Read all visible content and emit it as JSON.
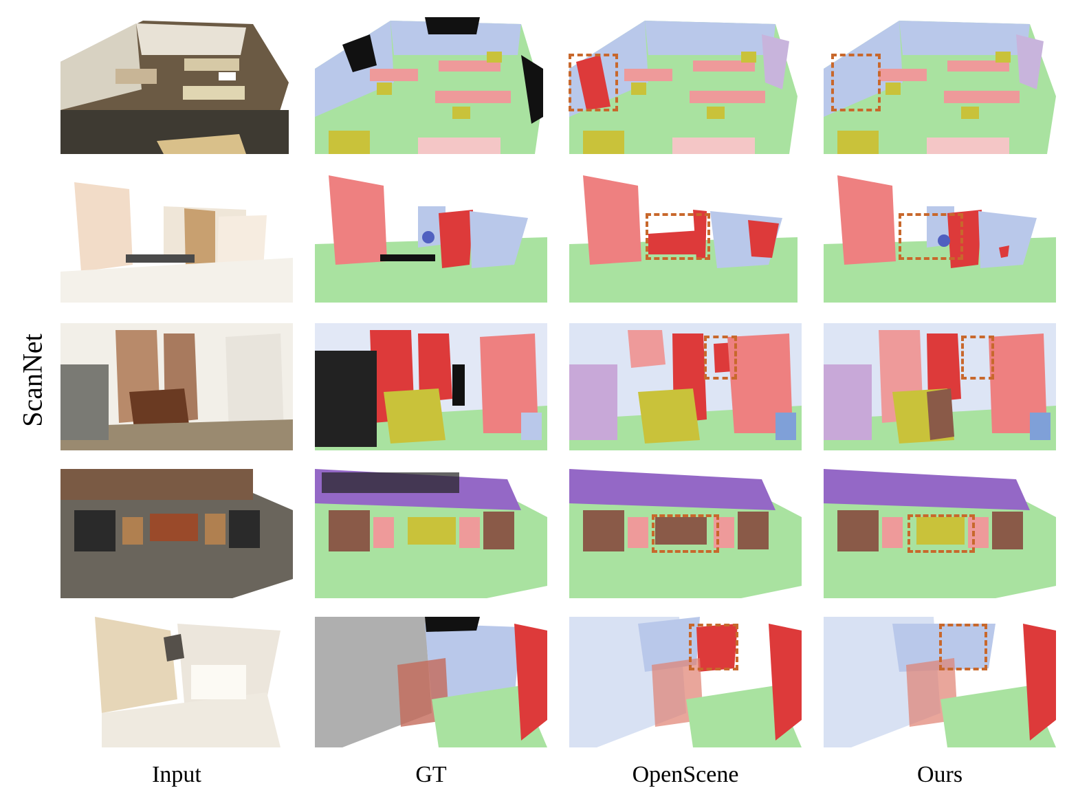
{
  "figure": {
    "row_label": "ScanNet",
    "columns": [
      "Input",
      "GT",
      "OpenScene",
      "Ours"
    ]
  },
  "colors": {
    "wall": "#b9c8ea",
    "floor": "#a9e2a0",
    "table": "#ee9a9a",
    "chair": "#c9c23a",
    "door": "#dd3a3a",
    "sofa": "#8a5a48",
    "bookshelf": "#9468c6",
    "unlabeled": "#111111",
    "highlight": "#c8682c"
  },
  "panels": {
    "row1": [
      "input-scene-1",
      "gt-scene-1",
      "openscene-scene-1",
      "ours-scene-1"
    ],
    "row2": [
      "input-scene-2",
      "gt-scene-2",
      "openscene-scene-2",
      "ours-scene-2"
    ],
    "row3": [
      "input-scene-3",
      "gt-scene-3",
      "openscene-scene-3",
      "ours-scene-3"
    ],
    "row4": [
      "input-scene-4",
      "gt-scene-4",
      "openscene-scene-4",
      "ours-scene-4"
    ],
    "row5": [
      "input-scene-5",
      "gt-scene-5",
      "openscene-scene-5",
      "ours-scene-5"
    ]
  }
}
